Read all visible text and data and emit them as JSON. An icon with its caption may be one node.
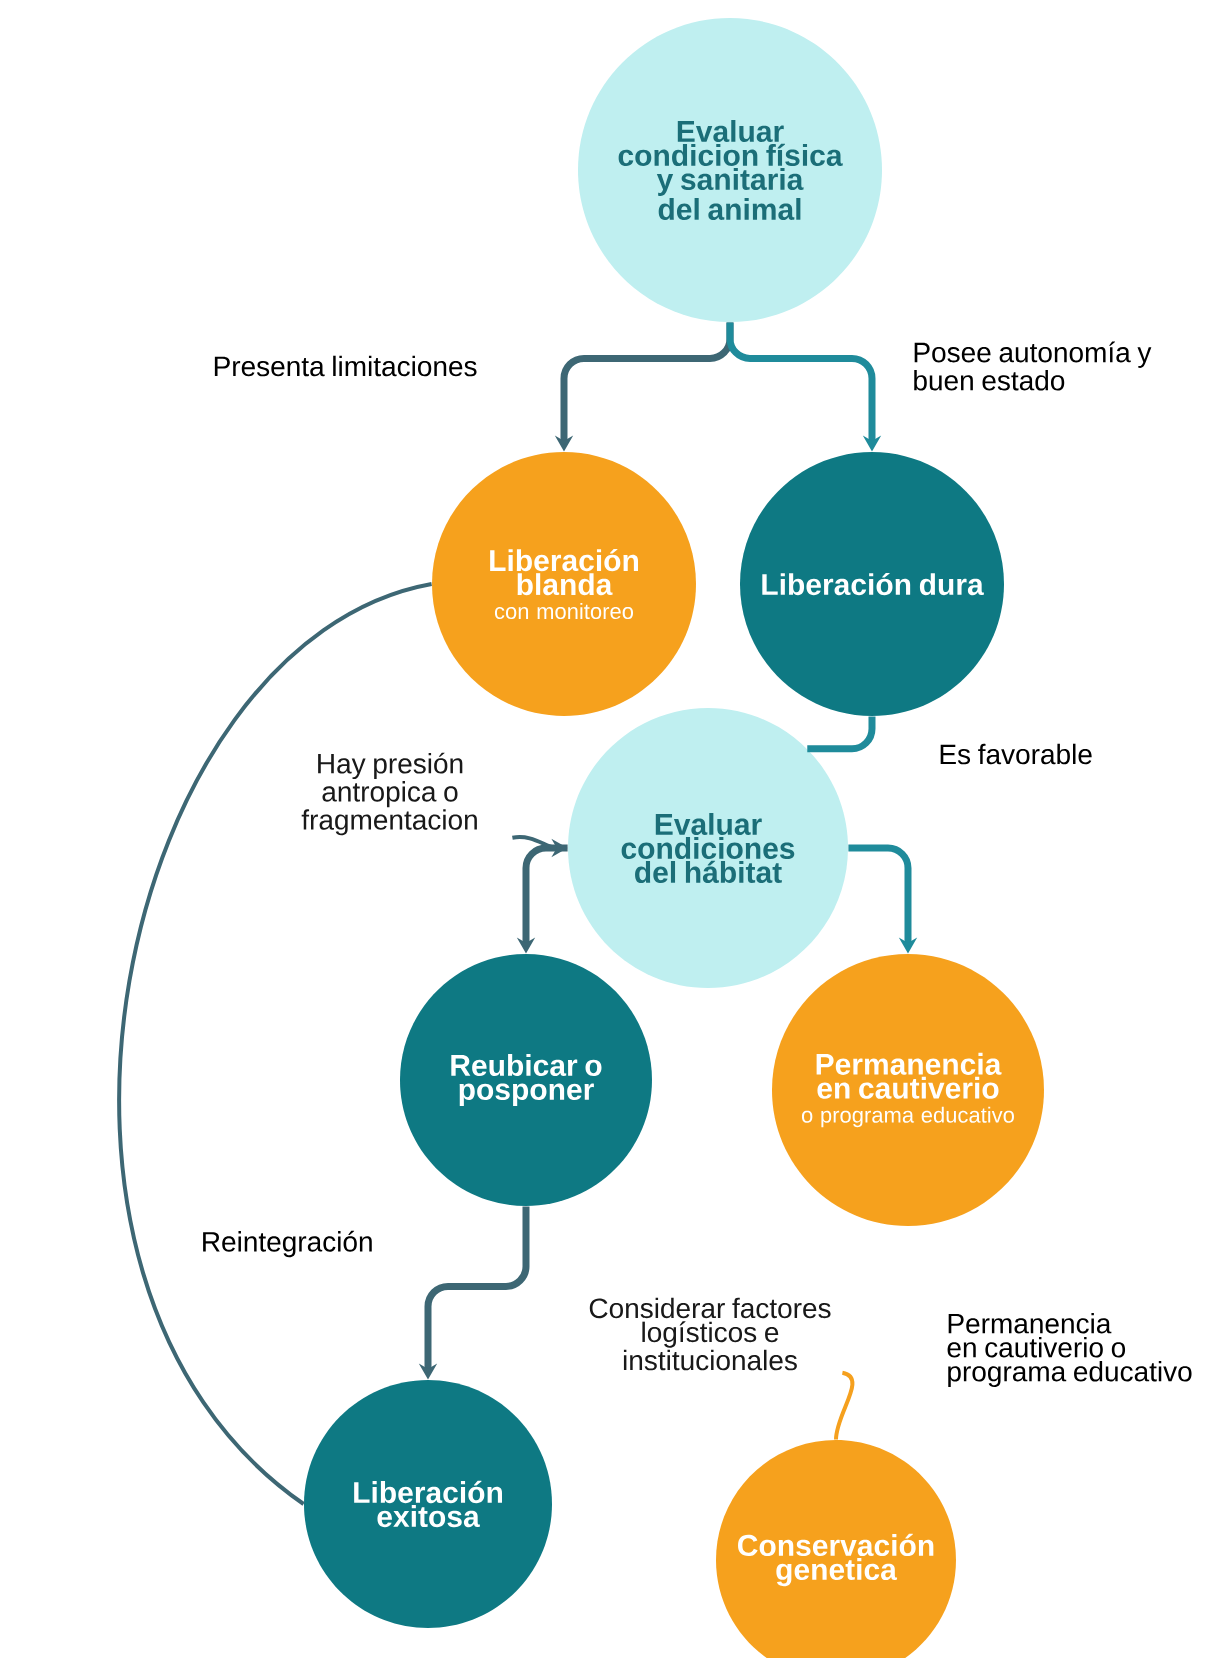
{
  "diagram": {
    "nodes": [
      {
        "text": [
          "Evaluar condicion física y sanitaria del animal"
        ]
      },
      {
        "text": [
          "Liberación blanda",
          "con monitoreo"
        ]
      },
      {
        "text": [
          "Liberación dura"
        ]
      },
      {
        "text": [
          "Evaluar condiciones del hábitat"
        ]
      },
      {
        "text": [
          "Reubicar o posponer"
        ]
      },
      {
        "text": [
          "Permanencia en cautiverio",
          "o programa educativo"
        ]
      },
      {
        "text": [
          "Liberación exitosa"
        ]
      },
      {
        "text": [
          "Conservación genetica"
        ]
      },
      {
        "text": [
          "Considerar factores logísticos e institucionales"
        ]
      },
      {
        "text": [
          "Hay presión antropica o fragmentacion"
        ]
      }
    ],
    "edges": [
      {
        "from": 0,
        "to": 1,
        "arrow": "to",
        "label": "Presenta limitaciones"
      },
      {
        "from": 0,
        "to": 2,
        "arrow": "to",
        "label": "Posee autonomía y buen estado",
        "color": "#1f8b9b"
      },
      {
        "from": 2,
        "to": 3,
        "arrow": "none",
        "label": "Es favorable",
        "color": "#1f8b9b"
      },
      {
        "from": 3,
        "to": 4,
        "arrow": "to"
      },
      {
        "from": 3,
        "to": 5,
        "arrow": "to",
        "color": "#1f8b9b"
      },
      {
        "from": 4,
        "to": 6,
        "arrow": "to",
        "label": "Reintegración"
      },
      {
        "from": 1,
        "to": 6,
        "arrow": "none"
      },
      {
        "from": 9,
        "to": 3,
        "arrow": "to"
      },
      {
        "from": 8,
        "to": 7,
        "arrow": "none",
        "color": "#f5a01e"
      }
    ],
    "labels": [
      "Permanencia en cautiverio o programa educativo"
    ]
  }
}
